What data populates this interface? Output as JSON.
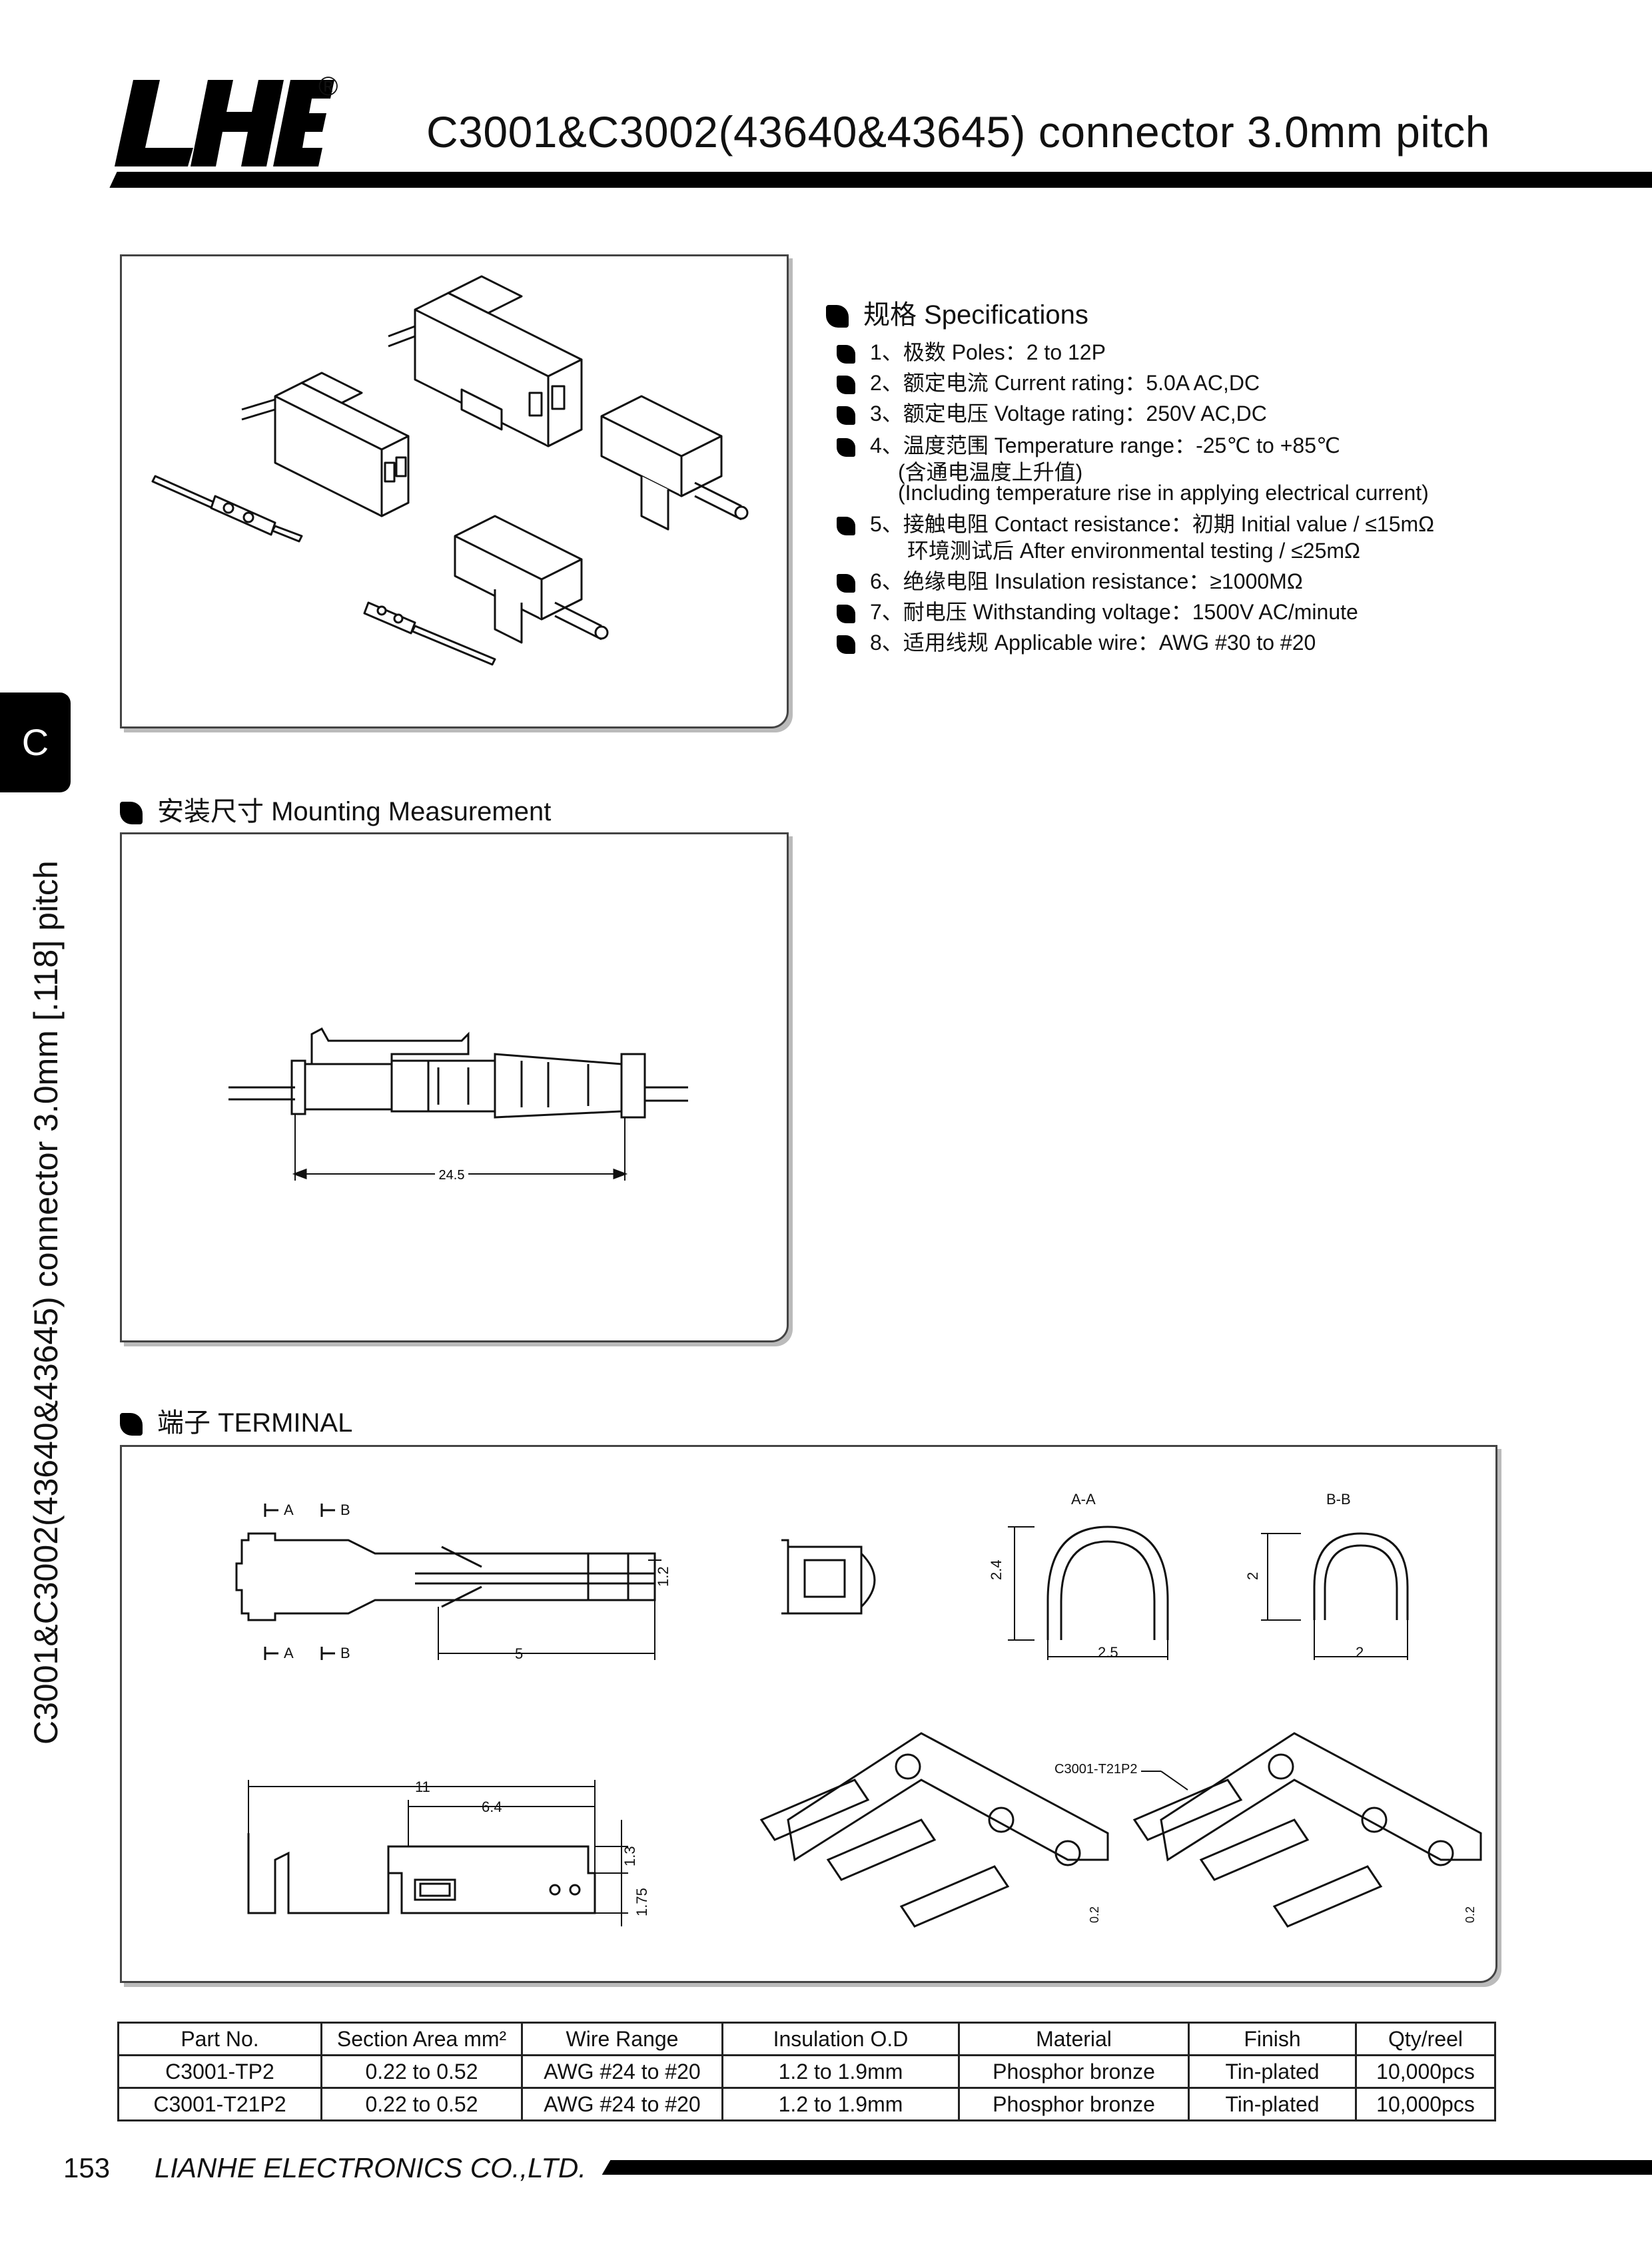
{
  "header": {
    "brand": "LHE",
    "registered": "®",
    "title": "C3001&C3002(43640&43645) connector 3.0mm pitch"
  },
  "sidebar": {
    "tab_letter": "C",
    "vertical_text": "C3001&C3002(43640&43645) connector 3.0mm [.118] pitch"
  },
  "specifications": {
    "heading": "规格 Specifications",
    "items": [
      "1、极数 Poles：2 to 12P",
      "2、额定电流 Current rating：5.0A  AC,DC",
      "3、额定电压 Voltage rating：250V  AC,DC",
      "4、温度范围 Temperature range：-25℃ to +85℃",
      "(含通电温度上升值)",
      "(Including temperature rise in applying electrical current)",
      "5、接触电阻 Contact resistance：初期 Initial value / ≤15mΩ",
      "环境测试后 After environmental testing / ≤25mΩ",
      "6、绝缘电阻 Insulation resistance：≥1000MΩ",
      "7、耐电压 Withstanding voltage：1500V  AC/minute",
      "8、适用线规 Applicable wire：AWG #30 to #20"
    ]
  },
  "mounting": {
    "heading": "安装尺寸 Mounting Measurement",
    "dim_length": "24.5"
  },
  "terminal": {
    "heading": "端子 TERMINAL",
    "labels": {
      "a": "A",
      "b": "B",
      "section_aa": "A-A",
      "section_bb": "B-B",
      "part_callout": "C3001-T21P2"
    },
    "dims": {
      "d_5": "5",
      "d_1_2": "1.2",
      "d_2_4": "2.4",
      "d_2_5": "2.5",
      "d_2a": "2",
      "d_2b": "2",
      "d_11": "11",
      "d_6_4": "6.4",
      "d_1_3": "1.3",
      "d_1_75": "1.75",
      "d_0_2a": "0.2",
      "d_0_2b": "0.2"
    }
  },
  "parts_table": {
    "headers": [
      "Part No.",
      "Section Area mm²",
      "Wire Range",
      "Insulation O.D",
      "Material",
      "Finish",
      "Qty/reel"
    ],
    "rows": [
      [
        "C3001-TP2",
        "0.22 to 0.52",
        "AWG #24 to #20",
        "1.2 to 1.9mm",
        "Phosphor bronze",
        "Tin-plated",
        "10,000pcs"
      ],
      [
        "C3001-T21P2",
        "0.22 to 0.52",
        "AWG #24 to #20",
        "1.2 to 1.9mm",
        "Phosphor bronze",
        "Tin-plated",
        "10,000pcs"
      ]
    ]
  },
  "footer": {
    "page_number": "153",
    "company": "LIANHE ELECTRONICS CO.,LTD."
  }
}
